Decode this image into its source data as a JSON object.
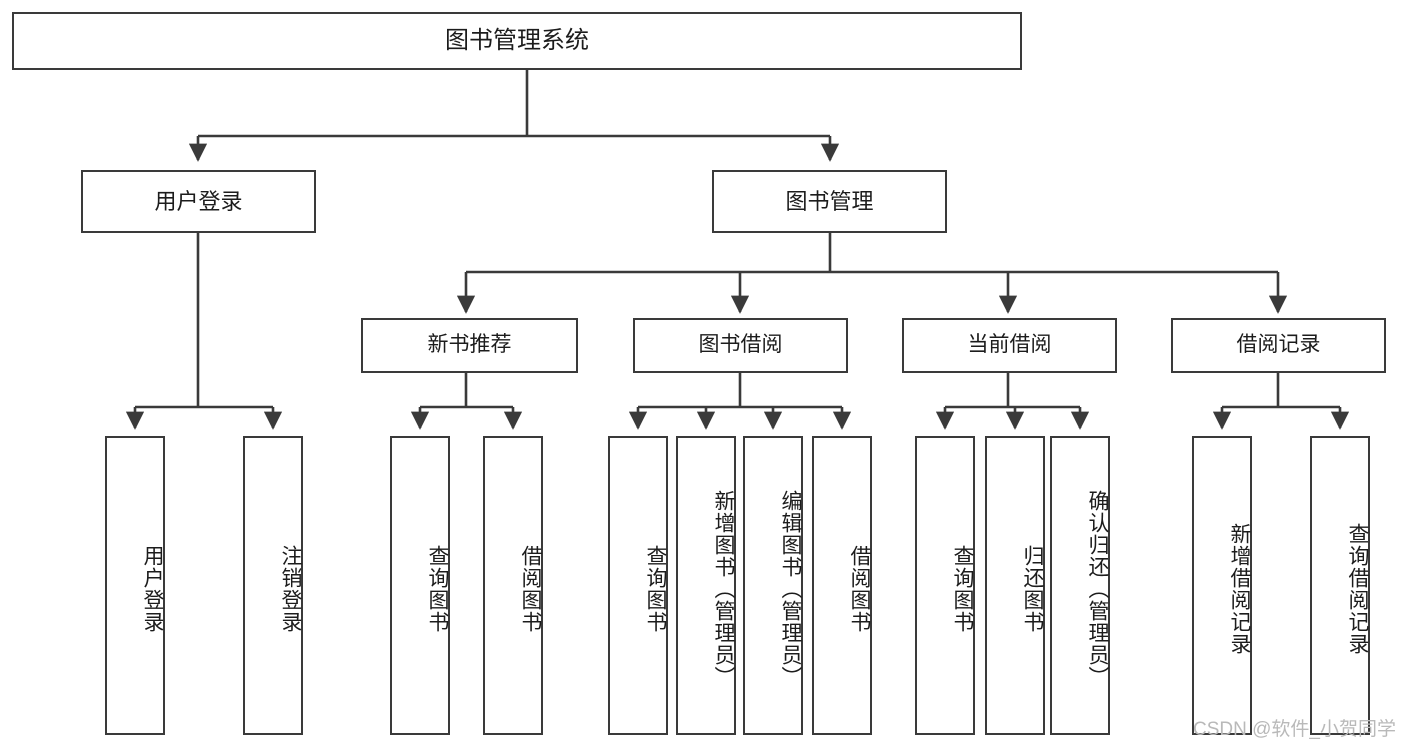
{
  "diagram": {
    "type": "tree",
    "title": "图书管理系统",
    "root": {
      "id": "root",
      "label": "图书管理系统"
    },
    "level2": [
      {
        "id": "user-login",
        "label": "用户登录"
      },
      {
        "id": "book-management",
        "label": "图书管理"
      }
    ],
    "level3": [
      {
        "id": "new-book-recommend",
        "label": "新书推荐",
        "parent": "book-management"
      },
      {
        "id": "book-borrow",
        "label": "图书借阅",
        "parent": "book-management"
      },
      {
        "id": "current-borrow",
        "label": "当前借阅",
        "parent": "book-management"
      },
      {
        "id": "borrow-record",
        "label": "借阅记录",
        "parent": "book-management"
      }
    ],
    "leaves": [
      {
        "id": "leaf-user-login",
        "label": "用户登录",
        "parent": "user-login"
      },
      {
        "id": "leaf-logout-login",
        "label": "注销登录",
        "parent": "user-login"
      },
      {
        "id": "leaf-query-book-1",
        "label": "查询图书",
        "parent": "new-book-recommend"
      },
      {
        "id": "leaf-borrow-book-1",
        "label": "借阅图书",
        "parent": "new-book-recommend"
      },
      {
        "id": "leaf-query-book-2",
        "label": "查询图书",
        "parent": "book-borrow"
      },
      {
        "id": "leaf-add-book",
        "label": "新增图书（管理员）",
        "parent": "book-borrow"
      },
      {
        "id": "leaf-edit-book",
        "label": "编辑图书（管理员）",
        "parent": "book-borrow"
      },
      {
        "id": "leaf-borrow-book-2",
        "label": "借阅图书",
        "parent": "book-borrow"
      },
      {
        "id": "leaf-query-book-3",
        "label": "查询图书",
        "parent": "current-borrow"
      },
      {
        "id": "leaf-return-book",
        "label": "归还图书",
        "parent": "current-borrow"
      },
      {
        "id": "leaf-confirm-return",
        "label": "确认归还（管理员）",
        "parent": "current-borrow"
      },
      {
        "id": "leaf-add-record",
        "label": "新增借阅记录",
        "parent": "borrow-record"
      },
      {
        "id": "leaf-query-record",
        "label": "查询借阅记录",
        "parent": "borrow-record"
      }
    ],
    "colors": {
      "box_border": "#3a3a3a",
      "box_fill": "#ffffff",
      "edge": "#3a3a3a",
      "text": "#1c1c1c",
      "watermark": "#b9b9b9",
      "background": "#ffffff"
    }
  },
  "watermark": {
    "text": "CSDN @软件_小贺同学"
  }
}
